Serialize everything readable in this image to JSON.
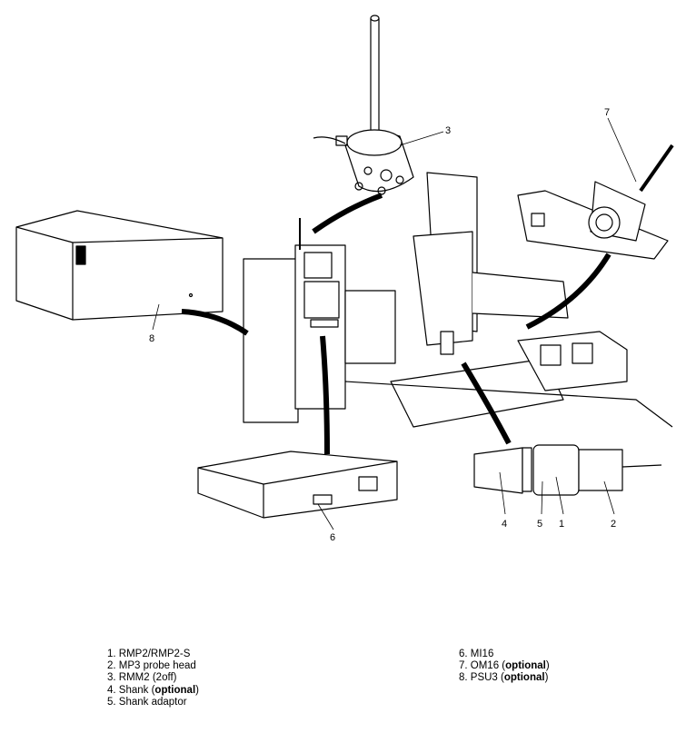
{
  "callouts": {
    "c1": "1",
    "c2": "2",
    "c3": "3",
    "c4": "4",
    "c5": "5",
    "c6": "6",
    "c7": "7",
    "c8": "8"
  },
  "legend": {
    "left": [
      {
        "text": "1. RMP2/RMP2-S",
        "bold": ""
      },
      {
        "text": "2. MP3 probe head",
        "bold": ""
      },
      {
        "text": "3. RMM2 (2off)",
        "bold": ""
      },
      {
        "text": "4. Shank (",
        "bold": "optional",
        "after": ")"
      },
      {
        "text": "5. Shank adaptor",
        "bold": ""
      }
    ],
    "right": [
      {
        "text": "6. MI16",
        "bold": ""
      },
      {
        "text": "7. OM16 (",
        "bold": "optional",
        "after": ")"
      },
      {
        "text": "8. PSU3 (",
        "bold": "optional",
        "after": ")"
      }
    ]
  }
}
